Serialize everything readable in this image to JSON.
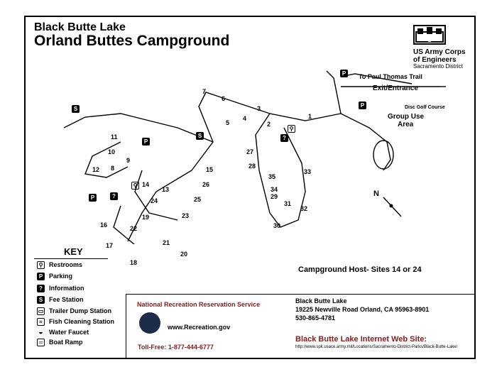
{
  "header": {
    "subtitle": "Black Butte Lake",
    "title": "Orland Buttes Campground",
    "agency_line1": "US Army Corps",
    "agency_line2": "of Engineers",
    "agency_district": "Sacramento District"
  },
  "map": {
    "labels": {
      "to_paul_thomas": "To Paul Thomas Trail",
      "exit_entrance": "Exit/Entrance",
      "disc_golf": "Disc Golf Course",
      "group_use": "Group Use",
      "group_area": "Area",
      "north": "N"
    },
    "sites": [
      "1",
      "2",
      "3",
      "4",
      "5",
      "6",
      "7",
      "8",
      "9",
      "10",
      "11",
      "12",
      "13",
      "14",
      "15",
      "16",
      "17",
      "18",
      "19",
      "20",
      "21",
      "22",
      "23",
      "24",
      "25",
      "26",
      "27",
      "28",
      "29",
      "30",
      "31",
      "32",
      "33",
      "34",
      "35"
    ]
  },
  "key": {
    "title": "KEY",
    "items": [
      {
        "icon": "restrooms-icon",
        "label": "Restrooms",
        "glyph": "⚲"
      },
      {
        "icon": "parking-icon",
        "label": "Parking",
        "glyph": "P"
      },
      {
        "icon": "information-icon",
        "label": "Information",
        "glyph": "?"
      },
      {
        "icon": "fee-station-icon",
        "label": "Fee Station",
        "glyph": "S"
      },
      {
        "icon": "trailer-dump-icon",
        "label": "Trailer Dump Station",
        "glyph": "▭"
      },
      {
        "icon": "fish-cleaning-icon",
        "label": "Fish Cleaning Station",
        "glyph": "≈"
      },
      {
        "icon": "water-faucet-icon",
        "label": "Water Faucet",
        "glyph": "◒"
      },
      {
        "icon": "boat-ramp-icon",
        "label": "Boat Ramp",
        "glyph": "═"
      }
    ]
  },
  "host_note": "Campground Host- Sites 14 or 24",
  "footer": {
    "service": "National Recreation Reservation Service",
    "website": "www.Recreation.gov",
    "tollfree": "Toll-Free: 1-877-444-6777",
    "addr1": "Black Butte Lake",
    "addr2": "19225 Newville Road Orland, CA 95963-8901",
    "addr3": "530-865-4781",
    "web_title": "Black Butte Lake Internet Web Site:",
    "web_url": "http://www.spk.usace.army.mil/Locations/Sacramento-District-Parks/Black-Butte-Lake/"
  }
}
